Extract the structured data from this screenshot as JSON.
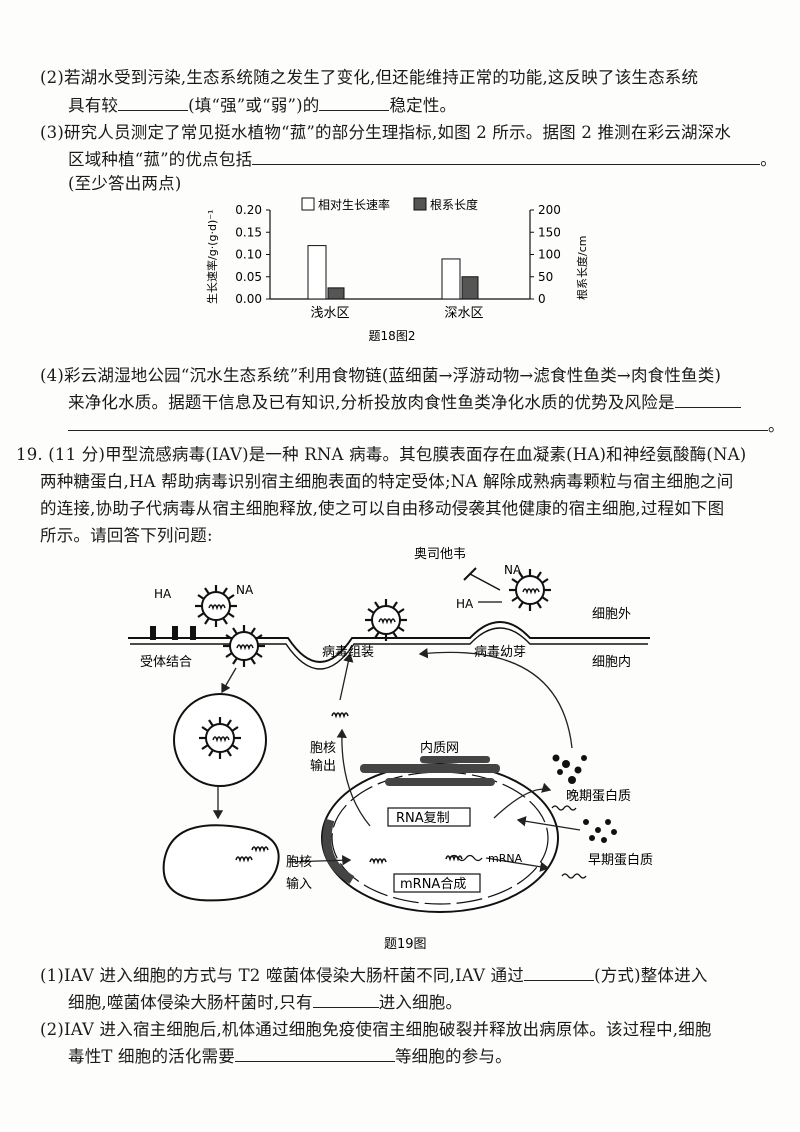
{
  "q18": {
    "p2_line1": "(2)若湖水受到污染,生态系统随之发生了变化,但还能维持正常的功能,这反映了该生态系统",
    "p2_line2a": "具有较",
    "p2_line2b": "(填“强”或“弱”)的",
    "p2_line2c": "稳定性。",
    "p3_line1": "(3)研究人员测定了常见挺水植物“菰”的部分生理指标,如图 2 所示。据图 2 推测在彩云湖深水",
    "p3_line2": "区域种植“菰”的优点包括",
    "p3_line2_end": "。",
    "p3_line3": "(至少答出两点)",
    "p4_line1": "(4)彩云湖湿地公园“沉水生态系统”利用食物链(蓝细菌→浮游动物→滤食性鱼类→肉食性鱼类)",
    "p4_line2": "来净化水质。据题干信息及已有知识,分析投放肉食性鱼类净化水质的优势及风险是",
    "p4_line3_end": "。"
  },
  "chart_data": {
    "type": "bar",
    "categories": [
      "浅水区",
      "深水区"
    ],
    "series": [
      {
        "name": "相对生长速率",
        "values": [
          0.12,
          0.09
        ],
        "fill": "#ffffff",
        "axis": "left"
      },
      {
        "name": "根系长度",
        "values": [
          25,
          50
        ],
        "fill": "#555555",
        "axis": "right"
      }
    ],
    "ylabel": "生长速率/g·(g·d)⁻¹",
    "y2label": "根系长度/cm",
    "ylim": [
      0,
      0.2
    ],
    "y2lim": [
      0,
      200
    ],
    "yticks": [
      "0.00",
      "0.05",
      "0.10",
      "0.15",
      "0.20"
    ],
    "y2ticks": [
      "0",
      "50",
      "100",
      "150",
      "200"
    ],
    "caption": "题18图2",
    "legend": "top"
  },
  "q19": {
    "line1": "19. (11 分)甲型流感病毒(IAV)是一种 RNA 病毒。其包膜表面存在血凝素(HA)和神经氨酸酶(NA)",
    "line2": "两种糖蛋白,HA 帮助病毒识别宿主细胞表面的特定受体;NA 解除成熟病毒颗粒与宿主细胞之间",
    "line3": "的连接,协助子代病毒从宿主细胞释放,使之可以自由移动侵袭其他健康的宿主细胞,过程如下图",
    "line4": "所示。请回答下列问题:"
  },
  "diagram": {
    "label_oseltamivir": "奥司他韦",
    "label_na": "NA",
    "label_ha": "HA",
    "label_extracellular": "细胞外",
    "label_intracellular": "细胞内",
    "label_receptor": "受体结合",
    "label_assembly": "病毒组装",
    "label_budding": "病毒幼芽",
    "label_nuclear_export": "胞核\n输出",
    "label_nuclear_export_1": "胞核",
    "label_nuclear_export_2": "输出",
    "label_er": "内质网",
    "label_rna_replication": "RNA复制",
    "label_mrna_synthesis": "mRNA合成",
    "label_mrna": "mRNA",
    "label_late_protein": "晚期蛋白质",
    "label_early_protein": "早期蛋白质",
    "label_nuclear_import_1": "胞核",
    "label_nuclear_import_2": "输入",
    "caption": "题19图"
  },
  "q19_parts": {
    "p1_line1a": "(1)IAV 进入细胞的方式与 T2 噬菌体侵染大肠杆菌不同,IAV 通过",
    "p1_line1b": "(方式)整体进入",
    "p1_line2a": "细胞,噬菌体侵染大肠杆菌时,只有",
    "p1_line2b": "进入细胞。",
    "p2_line1": "(2)IAV 进入宿主细胞后,机体通过细胞免疫使宿主细胞破裂并释放出病原体。该过程中,细胞",
    "p2_line2a": "毒性T 细胞的活化需要",
    "p2_line2b": "等细胞的参与。"
  }
}
